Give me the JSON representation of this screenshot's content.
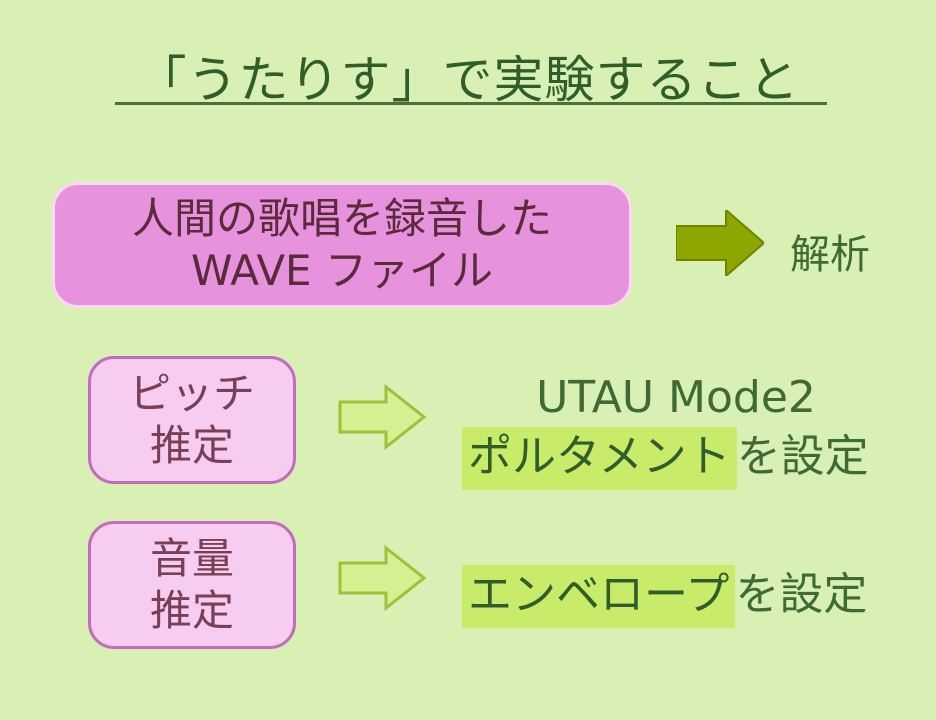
{
  "title": "「うたりす」で実験すること",
  "source_box": {
    "line1": "人間の歌唱を録音した",
    "line2": "WAVE ファイル"
  },
  "analysis_label": "解析",
  "pitch_box": {
    "line1": "ピッチ",
    "line2": "推定"
  },
  "pitch_result": {
    "line1": "UTAU Mode2",
    "highlight": "ポルタメント",
    "suffix": "を設定"
  },
  "volume_box": {
    "line1": "音量",
    "line2": "推定"
  },
  "volume_result": {
    "highlight": "エンベロープ",
    "suffix": "を設定"
  },
  "colors": {
    "background": "#d8f0b4",
    "source_box_fill": "#e792dc",
    "estimate_box_fill": "#f6cdf1",
    "estimate_box_border": "#c36cbb",
    "main_arrow": "#8ea600",
    "light_arrow": "#d4f090",
    "highlight": "#c8ec6a"
  }
}
